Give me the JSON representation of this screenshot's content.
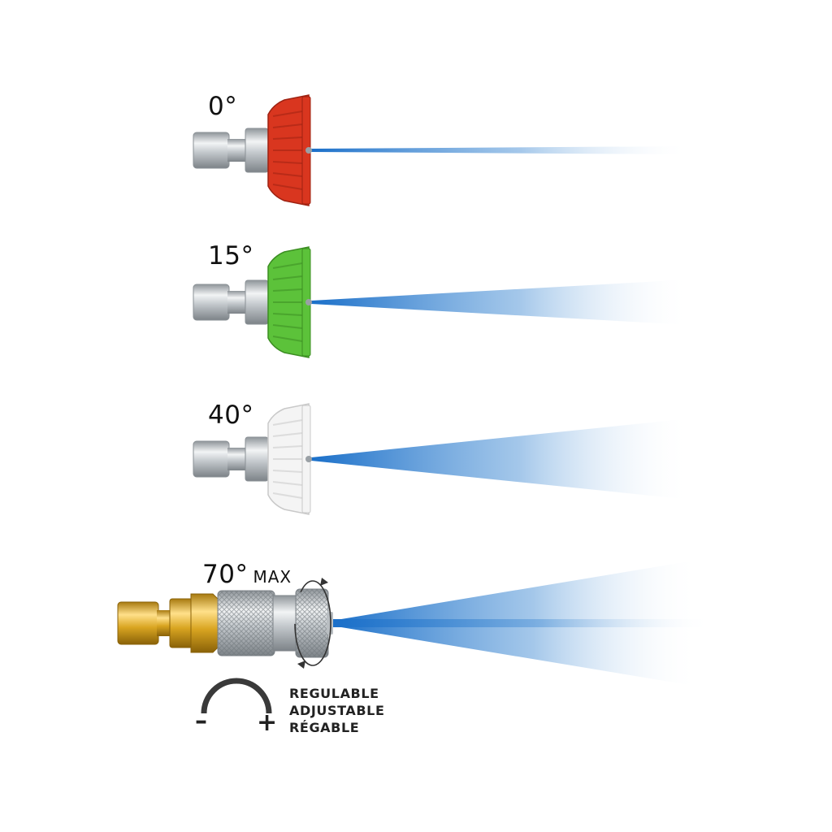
{
  "nozzles": [
    {
      "angle": "0°",
      "cap_color": "#d9361f",
      "cap_dark": "#9e2212"
    },
    {
      "angle": "15°",
      "cap_color": "#5cc23a",
      "cap_dark": "#3c8e22"
    },
    {
      "angle": "40°",
      "cap_color": "#f4f4f4",
      "cap_dark": "#c9c9c9"
    }
  ],
  "adjustable": {
    "angle": "70°",
    "suffix": "MAX",
    "labels": [
      "REGULABLE",
      "ADJUSTABLE",
      "RÉGABLE"
    ],
    "minus": "–",
    "plus": "+"
  },
  "colors": {
    "spray": "#1a6fc9",
    "brass": "#d9a521",
    "steel": "#c8ccd0"
  }
}
